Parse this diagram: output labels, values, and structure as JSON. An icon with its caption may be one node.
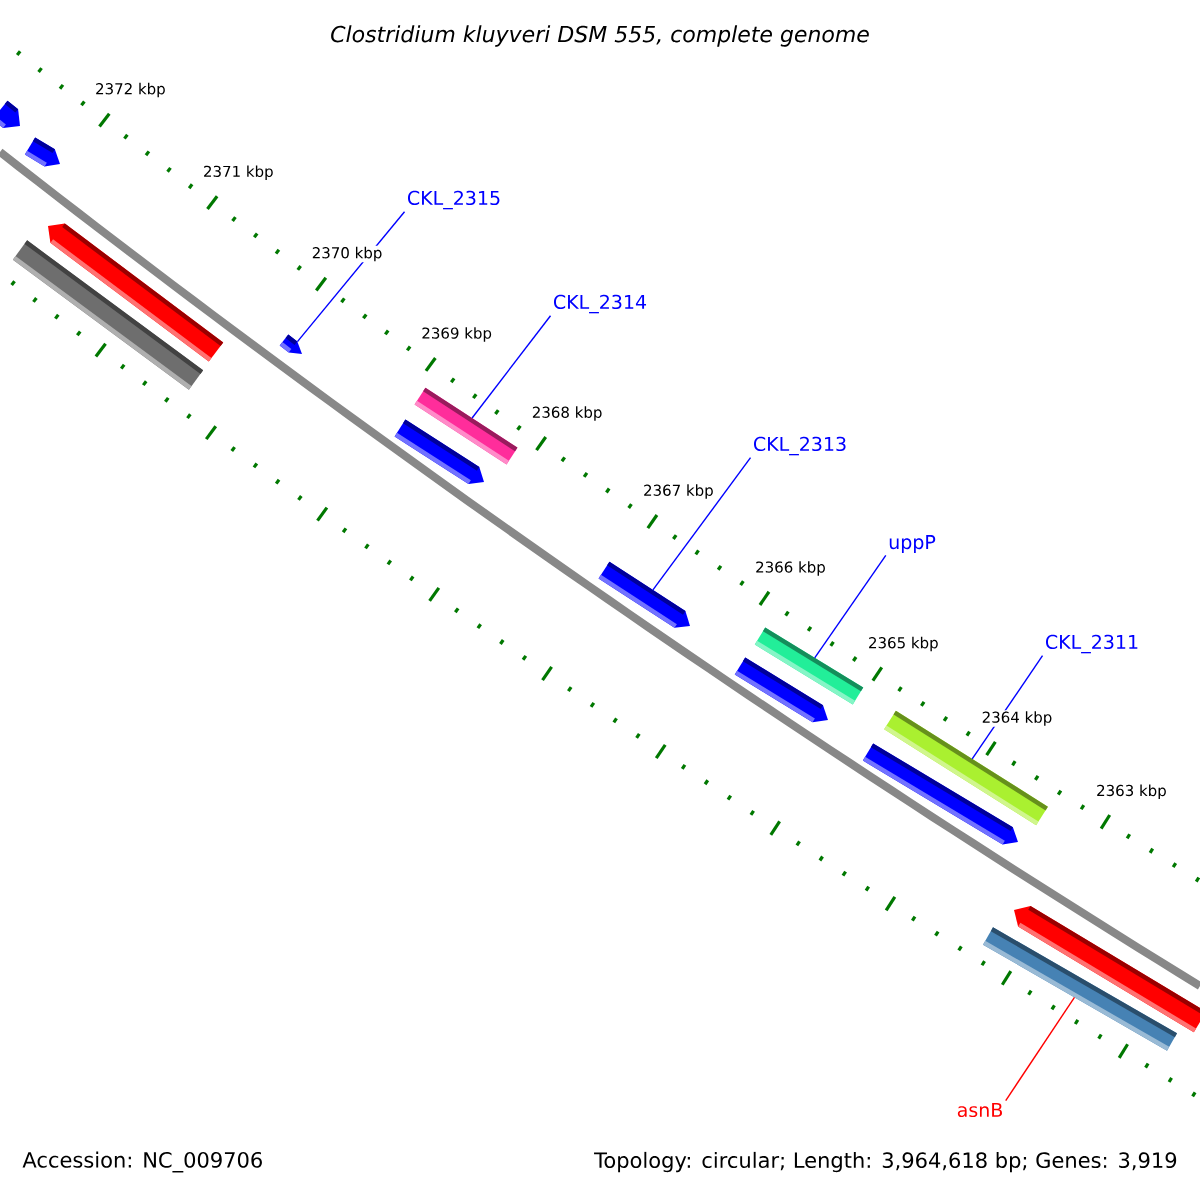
{
  "diagram": {
    "title": "Clostridium kluyveri DSM 555, complete genome",
    "nodes": [
      {
        "text": [
          "CKL_2315"
        ]
      },
      {
        "text": [],
        "shape": "bar"
      },
      {
        "text": [
          "CKL_2314"
        ]
      },
      {
        "text": [],
        "shape": "bar"
      },
      {
        "text": [
          "CKL_2313"
        ]
      },
      {
        "text": [],
        "shape": "bar"
      },
      {
        "text": [
          "uppP"
        ]
      },
      {
        "text": [],
        "shape": "bar"
      },
      {
        "text": [
          "CKL_2311"
        ]
      },
      {
        "text": [],
        "shape": "bar"
      },
      {
        "text": [
          "asnB"
        ]
      },
      {
        "text": [],
        "shape": "bar"
      }
    ],
    "edges": [
      {
        "from": 0,
        "to": 1,
        "arrow": "none"
      },
      {
        "from": 2,
        "to": 3,
        "arrow": "none"
      },
      {
        "from": 4,
        "to": 5,
        "arrow": "none"
      },
      {
        "from": 6,
        "to": 7,
        "arrow": "none"
      },
      {
        "from": 8,
        "to": 9,
        "arrow": "none"
      },
      {
        "from": 10,
        "to": 11,
        "arrow": "none",
        "color": "#ff0000"
      }
    ],
    "labels": [
      "2372 kbp",
      "2371 kbp",
      "2370 kbp",
      "2369 kbp",
      "2368 kbp",
      "2367 kbp",
      "2366 kbp",
      "2365 kbp",
      "2364 kbp",
      "2363 kbp",
      "Accession: NC_009706",
      "Topology: circular; Length: 3,964,618 bp; Genes: 3,919"
    ]
  }
}
